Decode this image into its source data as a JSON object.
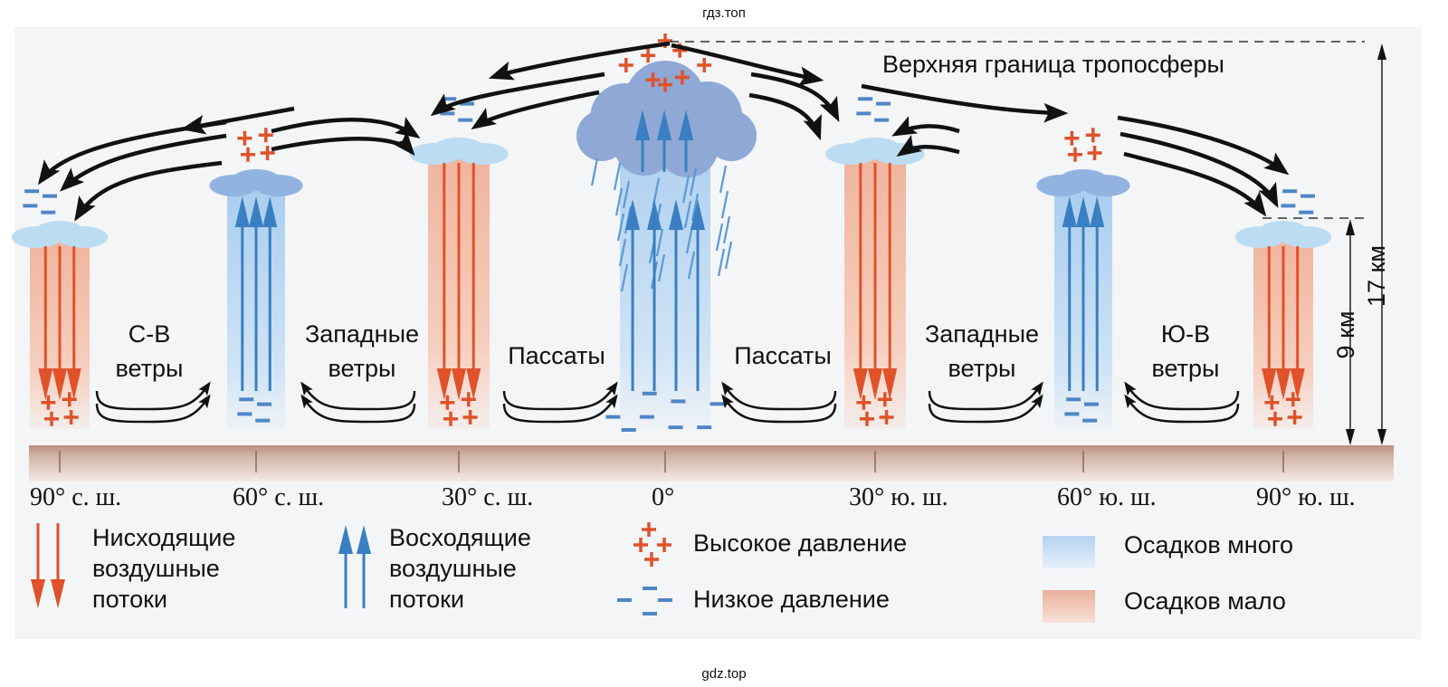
{
  "watermarks": {
    "top": "гдз.топ",
    "bottom": "gdz.top"
  },
  "title_label": "Верхняя граница тропосферы",
  "heights": {
    "upper": "17 км",
    "lower": "9 км"
  },
  "colors": {
    "descending": "#e0522a",
    "ascending": "#3a7fc1",
    "high_pressure": "#e0522a",
    "low_pressure": "#4f86c6",
    "dry_column": "#f3c2ae",
    "wet_column": "#bcd8f1",
    "ground": "#c9a99b",
    "arrow": "#111111"
  },
  "latitudes": [
    {
      "label": "90° с. ш.",
      "column": "dry",
      "pressure": "high"
    },
    {
      "label": "60° с. ш.",
      "column": "wet",
      "pressure": "low"
    },
    {
      "label": "30° с. ш.",
      "column": "dry",
      "pressure": "high"
    },
    {
      "label": "0°",
      "column": "wet",
      "pressure": "low"
    },
    {
      "label": "30° ю. ш.",
      "column": "dry",
      "pressure": "high"
    },
    {
      "label": "60° ю. ш.",
      "column": "wet",
      "pressure": "low"
    },
    {
      "label": "90° ю. ш.",
      "column": "dry",
      "pressure": "high"
    }
  ],
  "winds": [
    {
      "line1": "С-В",
      "line2": "ветры",
      "direction": "right"
    },
    {
      "line1": "Западные",
      "line2": "ветры",
      "direction": "left"
    },
    {
      "line1": "Пассаты",
      "line2": "",
      "direction": "right"
    },
    {
      "line1": "Пассаты",
      "line2": "",
      "direction": "left"
    },
    {
      "line1": "Западные",
      "line2": "ветры",
      "direction": "right"
    },
    {
      "line1": "Ю-В",
      "line2": "ветры",
      "direction": "left"
    }
  ],
  "legend": {
    "descending": [
      "Нисходящие",
      "воздушные",
      "потоки"
    ],
    "ascending": [
      "Восходящие",
      "воздушные",
      "потоки"
    ],
    "high_pressure": "Высокое давление",
    "low_pressure": "Низкое давление",
    "precip_high": "Осадков много",
    "precip_low": "Осадков мало"
  }
}
